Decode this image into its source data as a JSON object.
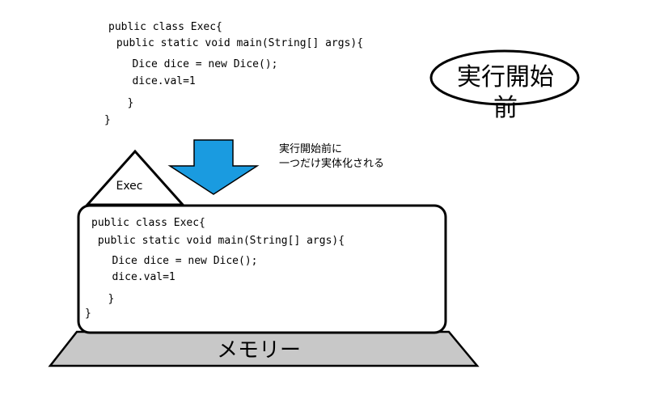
{
  "top_code": {
    "lines": [
      "public class Exec{",
      " public static void main(String[] args){",
      "   Dice dice = new Dice();",
      "   dice.val=1",
      "   }",
      "}"
    ]
  },
  "badge": {
    "label": "実行開始前"
  },
  "arrow": {
    "color": "#1a9be0",
    "note_line1": "実行開始前に",
    "note_line2": "一つだけ実体化される"
  },
  "class_triangle": {
    "label": "Exec"
  },
  "box_code": {
    "lines": [
      "public class Exec{",
      " public static void main(String[] args){",
      "   Dice dice = new Dice();",
      "   dice.val=1",
      "   }",
      "}"
    ]
  },
  "memory": {
    "label": "メモリー",
    "fill": "#c8c8c8"
  }
}
